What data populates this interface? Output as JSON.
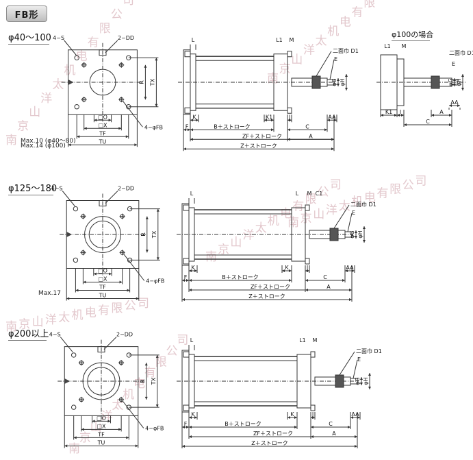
{
  "tab_label": "FB形",
  "sections": [
    {
      "title": "φ40～100",
      "note_title": "φ100の場合",
      "max_note_1": "Max.10 (φ40～80)",
      "max_note_2": "Max.14 (φ100)"
    },
    {
      "title": "φ125～180",
      "max_note_1": "Max.17"
    },
    {
      "title": "φ200以上"
    }
  ],
  "labels": {
    "four_s": "4−S",
    "two_dd": "2−DD",
    "four_fb": "4−φFB",
    "r": "R",
    "tx": "TX",
    "sq_o": "□O",
    "sq_x": "□X",
    "tf": "TF",
    "tu": "TU",
    "l": "L",
    "l1": "L1",
    "m": "M",
    "c1": "C1",
    "d1": "二面巾 D1",
    "e": "E",
    "g": "φG",
    "h": "φH",
    "k": "K",
    "k1": "K1",
    "i": "I",
    "c": "C",
    "aa": "AA",
    "a": "A",
    "f": "F",
    "b_stroke": "B＋ストローク",
    "zf_stroke": "ZF＋ストローク",
    "z_stroke": "Z＋ストローク"
  },
  "watermark": "南京山洋太机电有限公司",
  "colors": {
    "line": "#333333",
    "watermark": "#e3c8cd",
    "tab": "#cfcfcf"
  }
}
